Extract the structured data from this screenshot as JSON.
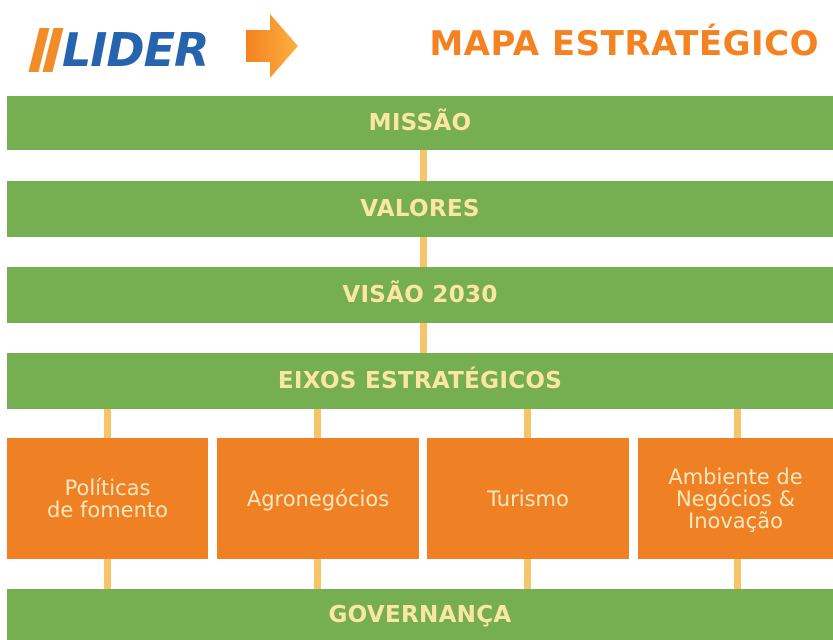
{
  "header": {
    "logo_text": "LIDER",
    "title": "MAPA ESTRATÉGICO"
  },
  "colors": {
    "green_bar": "#76ae52",
    "bar_text": "#fbe7a3",
    "orange_box": "#f08024",
    "title_orange": "#f58220",
    "logo_blue": "#2664ad",
    "connector": "#f6c569"
  },
  "diagram": {
    "missao": "MISSÃO",
    "valores": "VALORES",
    "visao": "VISÃO 2030",
    "eixos": "EIXOS ESTRATÉGICOS",
    "axes": [
      {
        "label": "Políticas\nde fomento"
      },
      {
        "label": "Agronegócios"
      },
      {
        "label": "Turismo"
      },
      {
        "label": "Ambiente de\nNegócios &\nInovação"
      }
    ],
    "governanca": "GOVERNANÇA"
  }
}
